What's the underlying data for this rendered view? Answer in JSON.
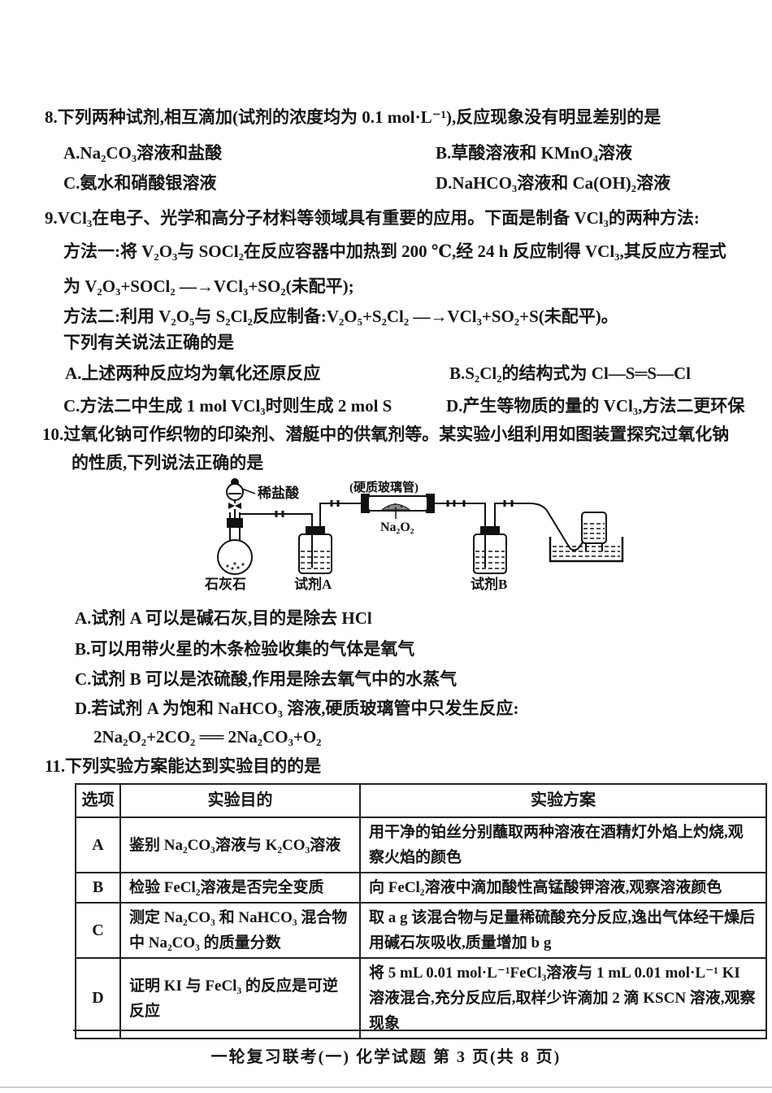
{
  "q8": {
    "stem": "8.下列两种试剂,相互滴加(试剂的浓度均为 0.1 mol·L⁻¹),反应现象没有明显差别的是",
    "optA": "A.Na₂CO₃溶液和盐酸",
    "optB": "B.草酸溶液和 KMnO₄溶液",
    "optC": "C.氨水和硝酸银溶液",
    "optD": "D.NaHCO₃溶液和 Ca(OH)₂溶液"
  },
  "q9": {
    "stem": "9.VCl₃在电子、光学和高分子材料等领域具有重要的应用。下面是制备 VCl₃的两种方法:",
    "method1_line1": "方法一:将 V₂O₃与 SOCl₂在反应容器中加热到 200 ℃,经 24 h 反应制得 VCl₃,其反应方程式",
    "method1_line2": "为 V₂O₃+SOCl₂ —→VCl₃+SO₂(未配平);",
    "method2": "方法二:利用 V₂O₅与 S₂Cl₂反应制备:V₂O₅+S₂Cl₂ —→VCl₃+SO₂+S(未配平)。",
    "lead": "下列有关说法正确的是",
    "optA": "A.上述两种反应均为氧化还原反应",
    "optB": "B.S₂Cl₂的结构式为 Cl—S═S—Cl",
    "optC": "C.方法二中生成 1 mol VCl₃时则生成 2 mol S",
    "optD": "D.产生等物质的量的 VCl₃,方法二更环保"
  },
  "q10": {
    "stem1": "10.过氧化钠可作织物的印染剂、潜艇中的供氧剂等。某实验小组利用如图装置探究过氧化钠",
    "stem2": "的性质,下列说法正确的是",
    "diagram": {
      "dilute_hcl": "稀盐酸",
      "limestone": "石灰石",
      "reagent_a": "试剂A",
      "hard_glass_tube": "(硬质玻璃管)",
      "na2o2": "Na₂O₂",
      "reagent_b": "试剂B"
    },
    "optA": "A.试剂 A 可以是碱石灰,目的是除去 HCl",
    "optB": "B.可以用带火星的木条检验收集的气体是氧气",
    "optC": "C.试剂 B 可以是浓硫酸,作用是除去氧气中的水蒸气",
    "optD": "D.若试剂 A 为饱和 NaHCO₃ 溶液,硬质玻璃管中只发生反应:",
    "equation": "2Na₂O₂+2CO₂ ══ 2Na₂CO₃+O₂"
  },
  "q11": {
    "stem": "11.下列实验方案能达到实验目的的是",
    "table": {
      "headers": [
        "选项",
        "实验目的",
        "实验方案"
      ],
      "rows": [
        {
          "option": "A",
          "purpose": "鉴别 Na₂CO₃溶液与 K₂CO₃溶液",
          "scheme": "用干净的铂丝分别蘸取两种溶液在酒精灯外焰上灼烧,观察火焰的颜色"
        },
        {
          "option": "B",
          "purpose": "检验 FeCl₂溶液是否完全变质",
          "scheme": "向 FeCl₂溶液中滴加酸性高锰酸钾溶液,观察溶液颜色"
        },
        {
          "option": "C",
          "purpose": "测定 Na₂CO₃ 和 NaHCO₃ 混合物中 Na₂CO₃ 的质量分数",
          "scheme": "取 a g 该混合物与足量稀硫酸充分反应,逸出气体经干燥后用碱石灰吸收,质量增加 b g"
        },
        {
          "option": "D",
          "purpose": "证明 KI 与 FeCl₃ 的反应是可逆反应",
          "scheme": "将 5 mL 0.01 mol·L⁻¹FeCl₃溶液与 1 mL 0.01 mol·L⁻¹ KI 溶液混合,充分反应后,取样少许滴加 2 滴 KSCN 溶液,观察现象"
        }
      ]
    }
  },
  "footer": {
    "text": "一轮复习联考(一) 化学试题 第 3 页(共 8 页)"
  }
}
